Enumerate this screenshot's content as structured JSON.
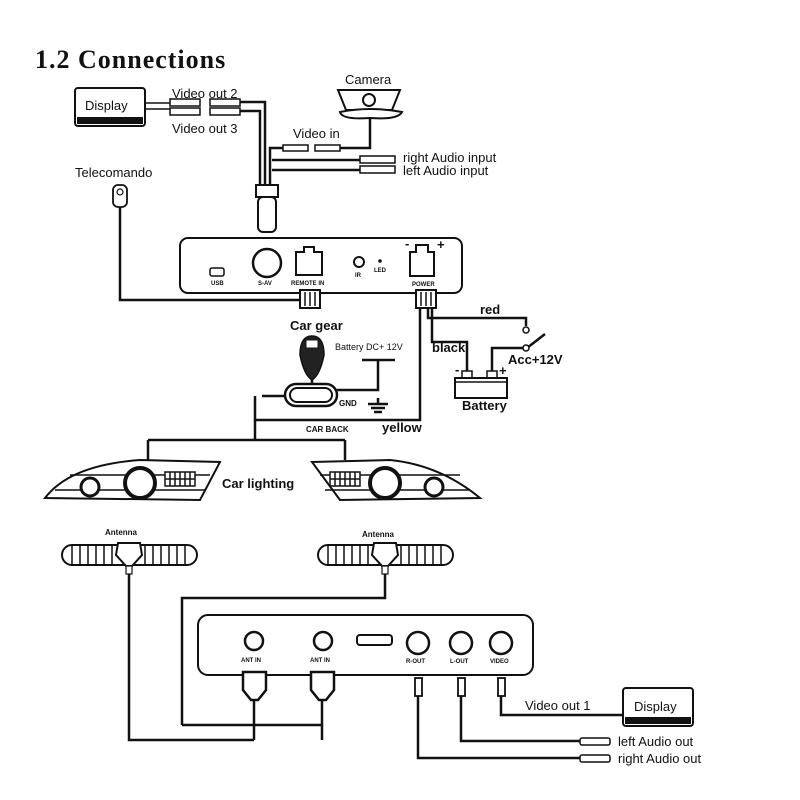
{
  "title": "1.2  Connections",
  "top_section": {
    "display_top": {
      "label": "Display"
    },
    "video_out_2": "Video out 2",
    "video_out_3": "Video out 3",
    "camera": "Camera",
    "video_in": "Video in",
    "right_audio_input": "right Audio input",
    "left_audio_input": "left Audio input",
    "telecomando": "Telecomando",
    "main_unit_ports": {
      "usb": "USB",
      "sav": "S-AV",
      "remote_in": "REMOTE IN",
      "ir": "IR",
      "led": "LED",
      "power": "POWER",
      "minus": "-",
      "plus": "+"
    },
    "car_gear": "Car gear",
    "battery_dc": "Battery  DC+ 12V",
    "gnd": "GND",
    "car_back": "CAR BACK",
    "yellow": "yellow",
    "red": "red",
    "black": "black",
    "acc": "Acc+12V",
    "battery": "Battery",
    "battery_minus": "-",
    "battery_plus": "+",
    "car_lighting": "Car lighting"
  },
  "bottom_section": {
    "antenna_left": "Antenna",
    "antenna_right": "Antenna",
    "ports": {
      "ant_in_1": "ANT IN",
      "ant_in_2": "ANT IN",
      "r_out": "R-OUT",
      "l_out": "L-OUT",
      "video": "VIDEO"
    },
    "video_out_1": "Video out 1",
    "display_bottom": {
      "label": "Display"
    },
    "left_audio_out": "left Audio out",
    "right_audio_out": "right Audio out"
  }
}
